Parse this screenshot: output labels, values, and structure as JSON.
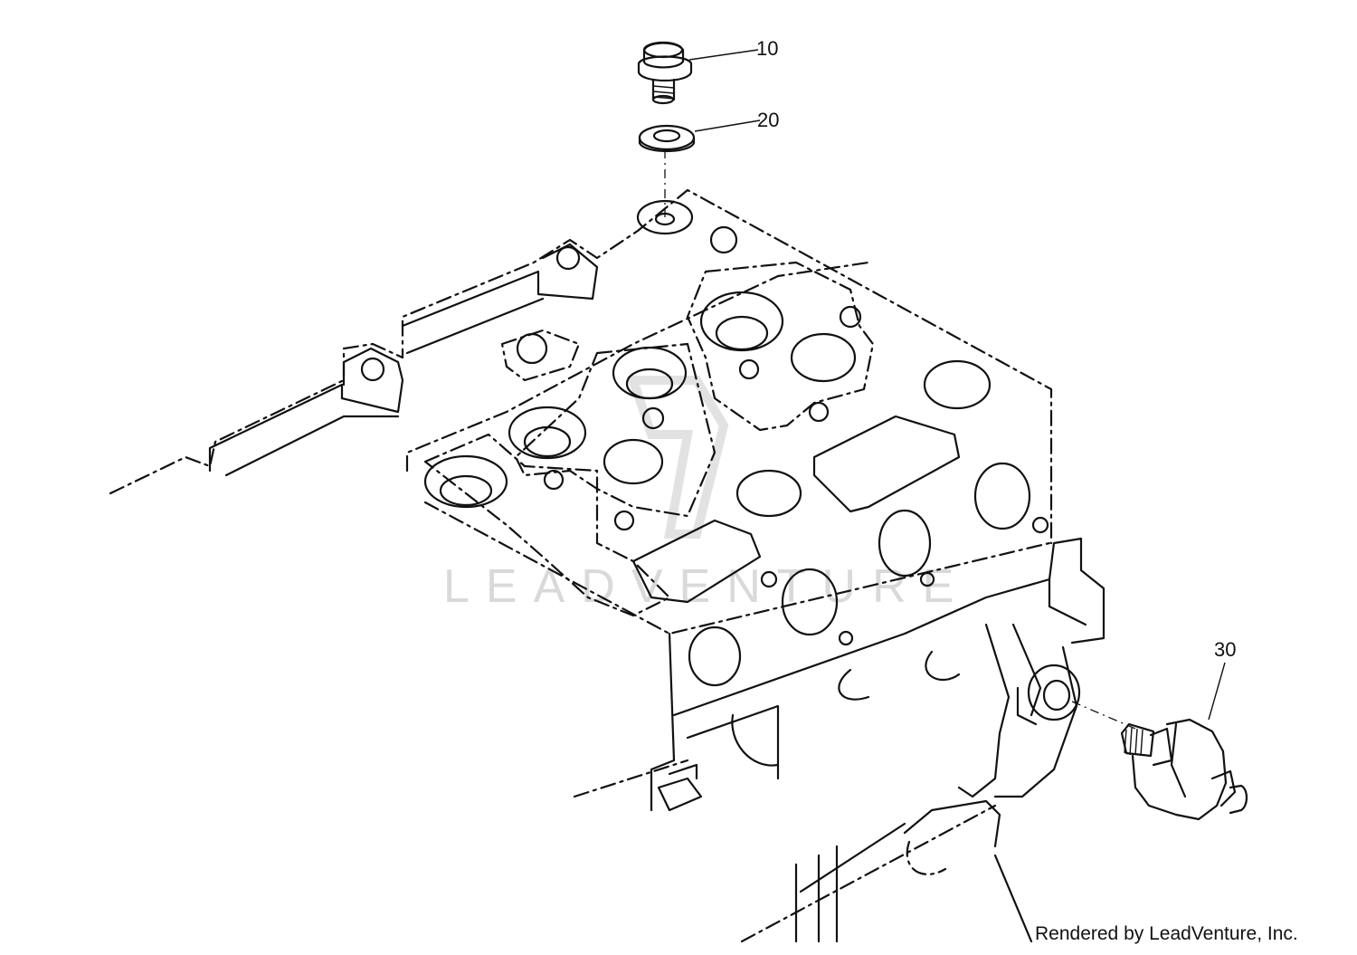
{
  "callouts": [
    {
      "label": "10",
      "part": "plug"
    },
    {
      "label": "20",
      "part": "washer"
    },
    {
      "label": "30",
      "part": "oil-pressure-switch"
    }
  ],
  "watermark": "LEADVENTURE",
  "credit": "Rendered by LeadVenture, Inc."
}
